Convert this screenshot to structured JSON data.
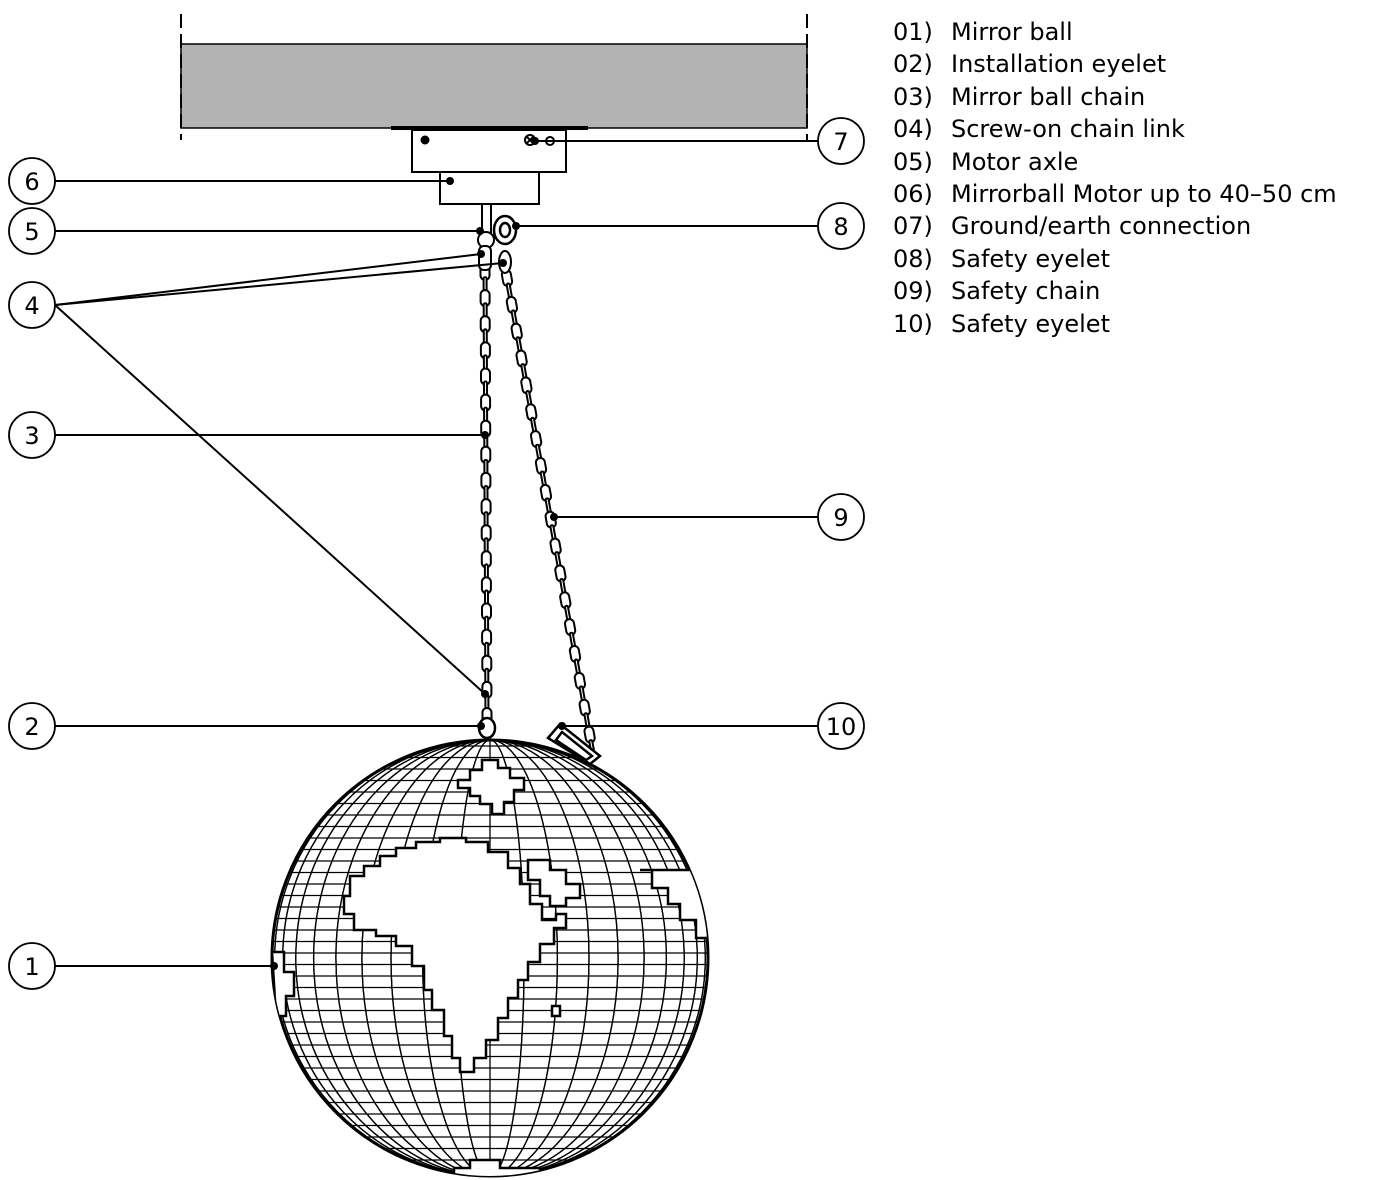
{
  "palette": {
    "line": "#000000",
    "ceiling": "#b3b3b3",
    "background": "#ffffff"
  },
  "callouts": [
    "1",
    "2",
    "3",
    "4",
    "5",
    "6",
    "7",
    "8",
    "9",
    "10"
  ],
  "legend": [
    {
      "num": "01)",
      "text": "Mirror ball"
    },
    {
      "num": "02)",
      "text": "Installation eyelet"
    },
    {
      "num": "03)",
      "text": "Mirror ball chain"
    },
    {
      "num": "04)",
      "text": "Screw-on chain link"
    },
    {
      "num": "05)",
      "text": "Motor axle"
    },
    {
      "num": "06)",
      "text": "Mirrorball Motor up to 40–50 cm"
    },
    {
      "num": "07)",
      "text": "Ground/earth connection"
    },
    {
      "num": "08)",
      "text": "Safety eyelet"
    },
    {
      "num": "09)",
      "text": "Safety chain"
    },
    {
      "num": "10)",
      "text": "Safety eyelet"
    }
  ]
}
